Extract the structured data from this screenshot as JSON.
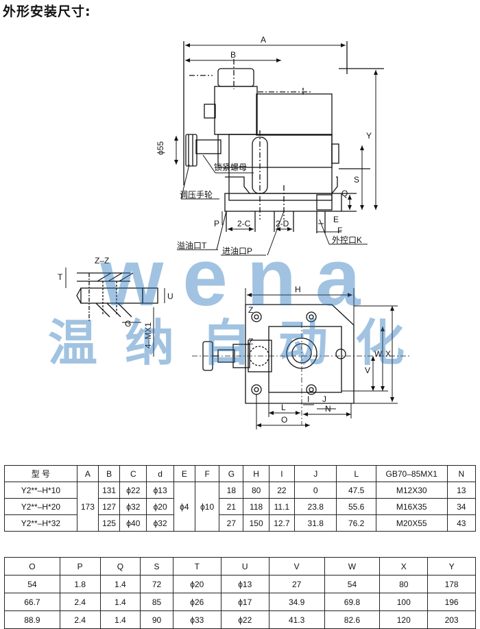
{
  "page": {
    "title": "外形安装尺寸:"
  },
  "watermark": {
    "brand_latin": "wena",
    "brand_cn": "温纳自动化"
  },
  "drawing": {
    "dim_labels": {
      "A": "A",
      "B": "B",
      "Y": "Y",
      "S": "S",
      "Q": "Q",
      "P": "P",
      "E": "E",
      "F": "F",
      "C2": "2-C",
      "D2": "2-D",
      "phi55": "ϕ55",
      "H": "H",
      "V": "V",
      "W": "W",
      "X": "X",
      "I": "I",
      "J": "J",
      "L": "L",
      "N": "N",
      "O": "O",
      "Z1": "Z",
      "Z2": "Z",
      "ZZ": "Z–Z",
      "T": "T",
      "U": "U",
      "G": "G",
      "MX": "4–MX1"
    },
    "callouts": {
      "lock_nut": "锁紧螺母",
      "handwheel": "调压手轮",
      "overflow_port": "溢油口T",
      "inlet_port": "进油口P",
      "external_control_port": "外控口K"
    }
  },
  "table1": {
    "header": [
      "型 号",
      "A",
      "B",
      "C",
      "d",
      "E",
      "F",
      "G",
      "H",
      "I",
      "J",
      "L",
      "GB70–85MX1",
      "N"
    ],
    "shared": {
      "A": "173",
      "E": "ϕ4",
      "F": "ϕ10"
    },
    "rows": [
      {
        "model": "Y2**–H*10",
        "B": "131",
        "C": "ϕ22",
        "d": "ϕ13",
        "G": "18",
        "H": "80",
        "I": "22",
        "J": "0",
        "L": "47.5",
        "GB": "M12X30",
        "N": "13"
      },
      {
        "model": "Y2**–H*20",
        "B": "127",
        "C": "ϕ32",
        "d": "ϕ20",
        "G": "21",
        "H": "118",
        "I": "11.1",
        "J": "23.8",
        "L": "55.6",
        "GB": "M16X35",
        "N": "34"
      },
      {
        "model": "Y2**–H*32",
        "B": "125",
        "C": "ϕ40",
        "d": "ϕ32",
        "G": "27",
        "H": "150",
        "I": "12.7",
        "J": "31.8",
        "L": "76.2",
        "GB": "M20X55",
        "N": "43"
      }
    ]
  },
  "table2": {
    "header": [
      "O",
      "P",
      "Q",
      "S",
      "T",
      "U",
      "V",
      "W",
      "X",
      "Y"
    ],
    "rows": [
      [
        "54",
        "1.8",
        "1.4",
        "72",
        "ϕ20",
        "ϕ13",
        "27",
        "54",
        "80",
        "178"
      ],
      [
        "66.7",
        "2.4",
        "1.4",
        "85",
        "ϕ26",
        "ϕ17",
        "34.9",
        "69.8",
        "100",
        "196"
      ],
      [
        "88.9",
        "2.4",
        "1.4",
        "90",
        "ϕ33",
        "ϕ22",
        "41.3",
        "82.6",
        "120",
        "203"
      ]
    ]
  }
}
